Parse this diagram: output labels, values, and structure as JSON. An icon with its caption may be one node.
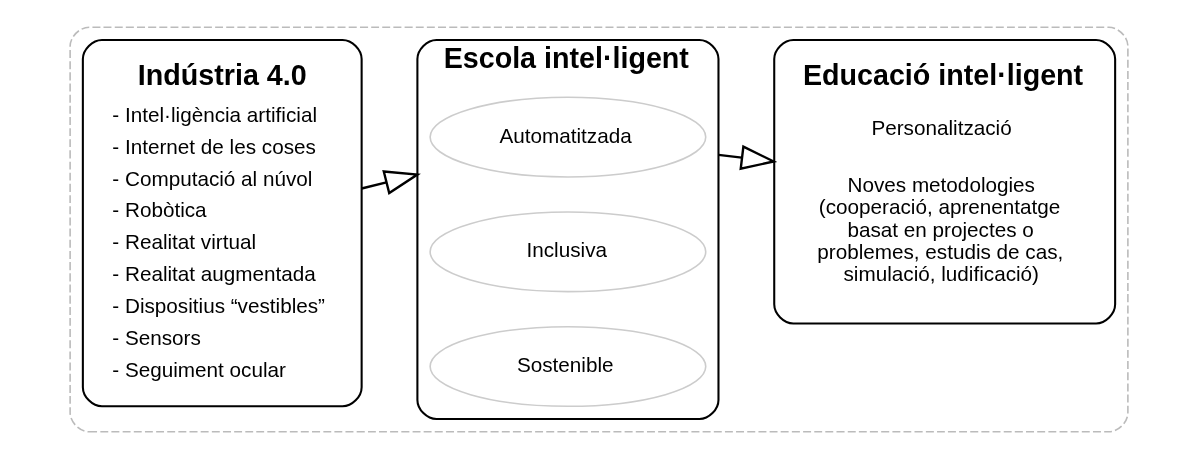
{
  "diagram": {
    "nodes": [
      {
        "text": [],
        "shape": "box"
      },
      {
        "text": [
          "Indústria 4.0",
          "- Intel·ligència artificial",
          "- Internet de les coses",
          "- Computació al núvol",
          "- Robòtica",
          "- Realitat virtual",
          "- Realitat augmentada",
          "- Dispositius “vestibles”",
          "- Sensors",
          "- Seguiment ocular"
        ],
        "in": 0
      },
      {
        "text": [
          "Escola intel·ligent"
        ],
        "in": 0
      },
      {
        "text": [
          "Automatitzada"
        ],
        "in": 2
      },
      {
        "text": [
          "Inclusiva"
        ],
        "in": 2
      },
      {
        "text": [
          "Sostenible"
        ],
        "in": 2
      },
      {
        "text": [
          "Educació intel·ligent",
          "Personalització",
          "Noves metodologies (cooperació, aprenentatge basat en projectes o problemes, estudis de cas, simulació, ludificació)"
        ],
        "in": 0
      }
    ],
    "edges": [
      {
        "from": 1,
        "to": 2,
        "arrow": "to"
      },
      {
        "from": 2,
        "to": 6,
        "arrow": "to"
      }
    ]
  }
}
